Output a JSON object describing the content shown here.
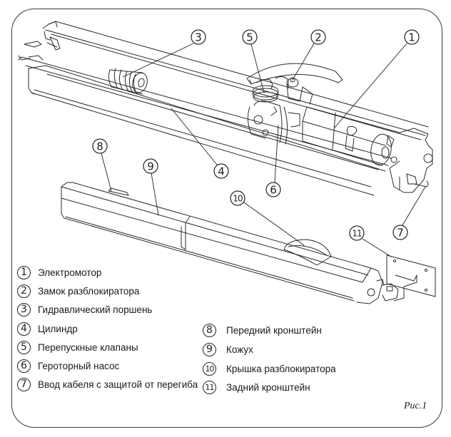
{
  "figure": {
    "caption": "Рис.1",
    "subject": "hydraulic swing gate actuator, cutaway view and assembled view"
  },
  "callouts": [
    {
      "num": "1",
      "label": "electric-motor"
    },
    {
      "num": "2",
      "label": "release-lock"
    },
    {
      "num": "3",
      "label": "hydraulic-piston"
    },
    {
      "num": "4",
      "label": "cylinder"
    },
    {
      "num": "5",
      "label": "bypass-valves"
    },
    {
      "num": "6",
      "label": "gerotor-pump"
    },
    {
      "num": "7",
      "label": "cable-inlet"
    },
    {
      "num": "8",
      "label": "front-bracket"
    },
    {
      "num": "9",
      "label": "housing"
    },
    {
      "num": "10",
      "label": "release-cover"
    },
    {
      "num": "11",
      "label": "rear-bracket"
    }
  ],
  "legend": {
    "left": [
      {
        "num": "1",
        "text": "Электромотор"
      },
      {
        "num": "2",
        "text": "Замок разблокиратора"
      },
      {
        "num": "3",
        "text": "Гидравлический поршень"
      },
      {
        "num": "4",
        "text": "Цилиндр"
      },
      {
        "num": "5",
        "text": "Перепускные клапаны"
      },
      {
        "num": "6",
        "text": "Героторный насос"
      },
      {
        "num": "7",
        "text": "Ввод кабеля с защитой от перегиба"
      }
    ],
    "right": [
      {
        "num": "8",
        "text": "Передний кронштейн"
      },
      {
        "num": "9",
        "text": "Кожух"
      },
      {
        "num": "10",
        "text": "Крышка разблокиратора"
      },
      {
        "num": "11",
        "text": "Задний кронштейн"
      }
    ]
  }
}
